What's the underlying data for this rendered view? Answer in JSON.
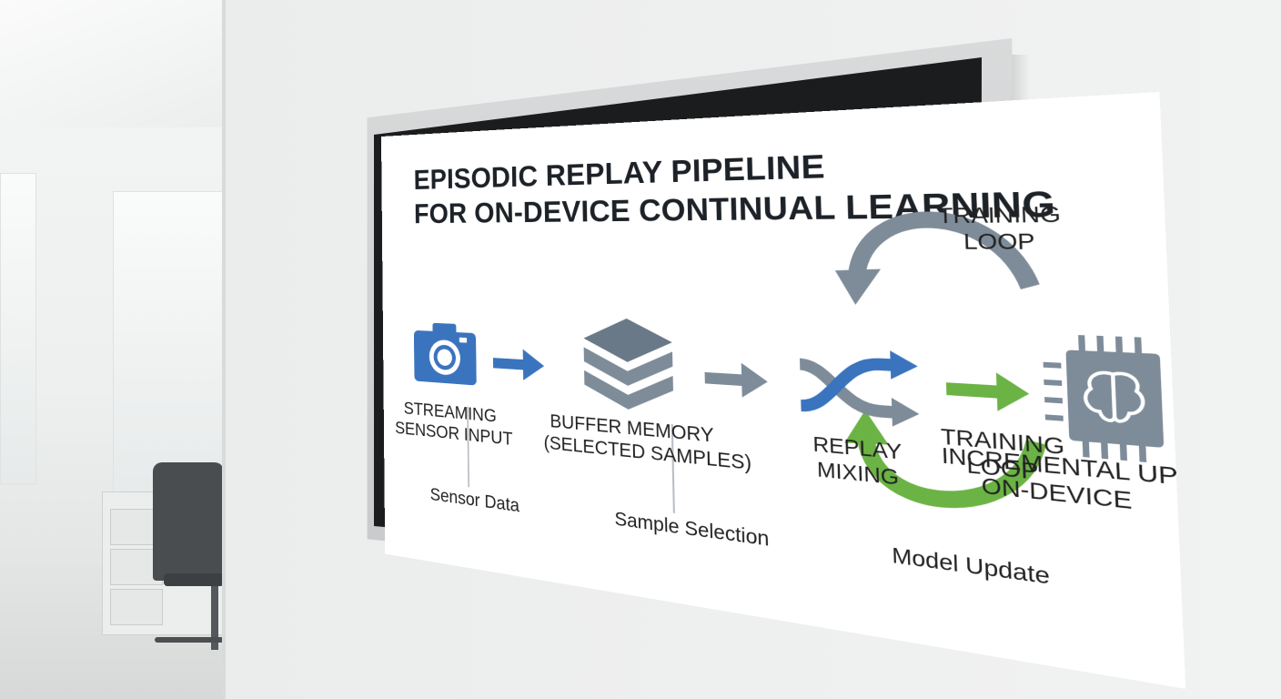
{
  "title": {
    "line1": "EPISODIC REPLAY PIPELINE",
    "line2": "FOR ON-DEVICE CONTINUAL LEARNING"
  },
  "stages": [
    {
      "line1": "STREAMING",
      "line2": "SENSOR INPUT",
      "icon": "camera-icon"
    },
    {
      "line1": "BUFFER MEMORY",
      "line2": "(SELECTED SAMPLES)",
      "icon": "layers-stack-icon"
    },
    {
      "line1": "REPLAY",
      "line2": "MIXING",
      "icon": "shuffle-icon"
    },
    {
      "line1": "INCREMENTAL UPDATES",
      "line2": "ON-DEVICE",
      "icon": "chip-brain-icon"
    }
  ],
  "annotations": {
    "sensor": "Sensor Data",
    "selection": "Sample Selection",
    "update": "Model Update"
  },
  "loops": {
    "top": {
      "line1": "TRAINING",
      "line2": "LOOP"
    },
    "bottom": {
      "line1": "TRAINING",
      "line2": "LOOP"
    }
  },
  "colors": {
    "blue": "#3b74be",
    "gray": "#7e8c99",
    "green": "#6bb345",
    "title": "#1d2228"
  }
}
